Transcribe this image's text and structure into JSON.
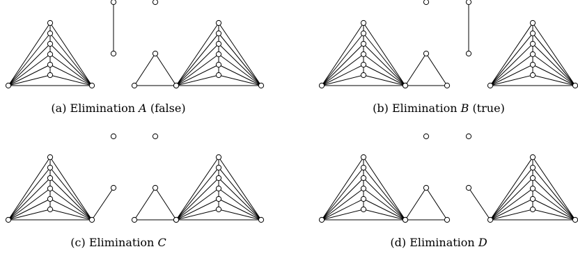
{
  "panels": [
    {
      "id": "a",
      "label": "(a)",
      "name": "Elimination",
      "variable": "A",
      "suffix": "(false)"
    },
    {
      "id": "b",
      "label": "(b)",
      "name": "Elimination",
      "variable": "B",
      "suffix": "(true)"
    },
    {
      "id": "c",
      "label": "(c)",
      "name": "Elimination",
      "variable": "C",
      "suffix": ""
    },
    {
      "id": "d",
      "label": "(d)",
      "name": "Elimination",
      "variable": "D",
      "suffix": ""
    }
  ]
}
